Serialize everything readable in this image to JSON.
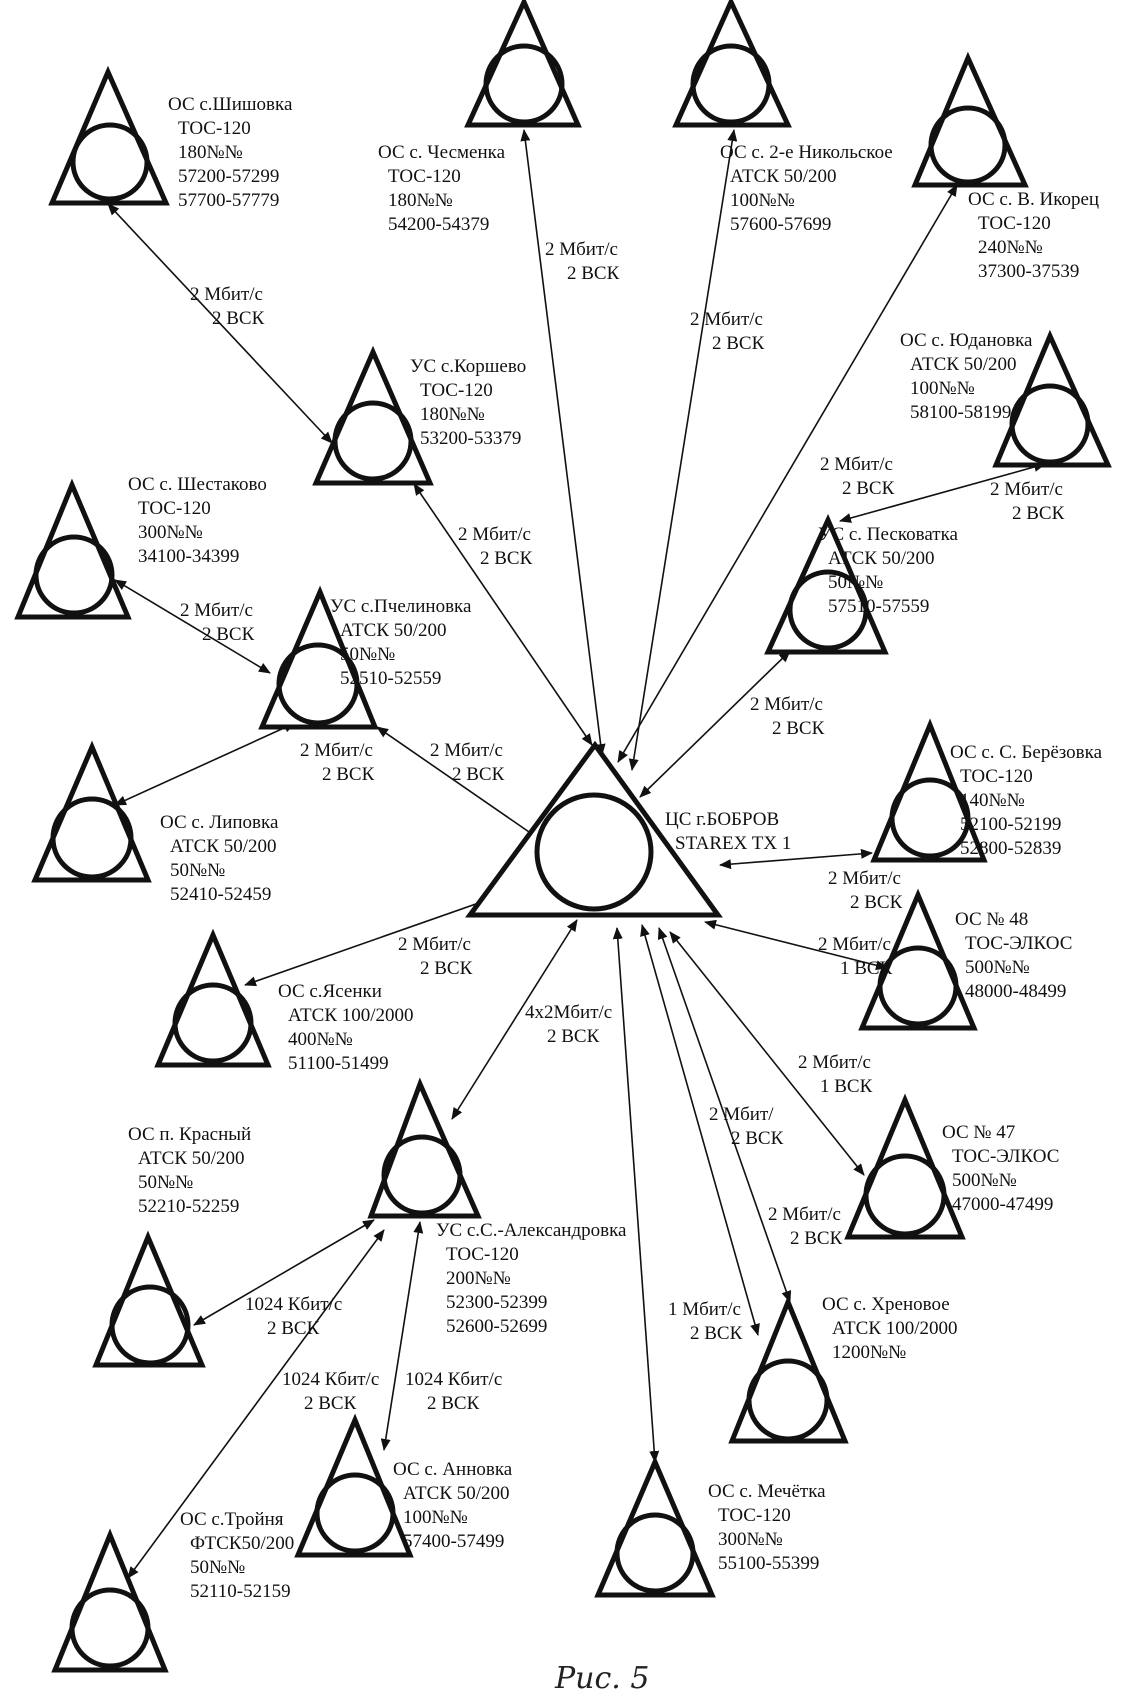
{
  "caption": "Рис. 5",
  "nodes": [
    {
      "id": "center",
      "lines": [
        "ЦС г.БОБРОВ",
        "STAREX TX 1"
      ]
    },
    {
      "id": "shishovka",
      "lines": [
        "ОС с.Шишовка",
        "ТОС-120",
        "180№№",
        "57200-57299",
        "57700-57779"
      ]
    },
    {
      "id": "chesmenka",
      "lines": [
        "ОС с. Чесменка",
        "ТОС-120",
        "180№№",
        "54200-54379"
      ]
    },
    {
      "id": "nikolskoe",
      "lines": [
        "ОС с. 2-е Никольское",
        "АТСК 50/200",
        "100№№",
        "57600-57699"
      ]
    },
    {
      "id": "ikorec",
      "lines": [
        "ОС с. В. Икорец",
        "ТОС-120",
        "240№№",
        "37300-37539"
      ]
    },
    {
      "id": "yudanovka",
      "lines": [
        "ОС с. Юдановка",
        "АТСК 50/200",
        "100№№",
        "58100-58199"
      ]
    },
    {
      "id": "korshevo",
      "lines": [
        "УС с.Коршево",
        "ТОС-120",
        "180№№",
        "53200-53379"
      ]
    },
    {
      "id": "shestakovo",
      "lines": [
        "ОС с. Шестаково",
        "ТОС-120",
        "300№№",
        "34100-34399"
      ]
    },
    {
      "id": "pchelinovka",
      "lines": [
        "УС с.Пчелиновка",
        "АТСК 50/200",
        "50№№",
        "52510-52559"
      ]
    },
    {
      "id": "peskovatka",
      "lines": [
        "УС с. Песковатка",
        "АТСК 50/200",
        "50№№",
        "57510-57559"
      ]
    },
    {
      "id": "lipovka",
      "lines": [
        "ОС с. Липовка",
        "АТСК 50/200",
        "50№№",
        "52410-52459"
      ]
    },
    {
      "id": "berezovka",
      "lines": [
        "ОС с. С. Берёзовка",
        "ТОС-120",
        "140№№",
        "52100-52199",
        "52800-52839"
      ]
    },
    {
      "id": "os48",
      "lines": [
        "ОС № 48",
        "ТОС-ЭЛКОС",
        "500№№",
        "48000-48499"
      ]
    },
    {
      "id": "yasenki",
      "lines": [
        "ОС с.Ясенки",
        "АТСК 100/2000",
        "400№№",
        "51100-51499"
      ]
    },
    {
      "id": "krasny",
      "lines": [
        "ОС п. Красный",
        "АТСК 50/200",
        "50№№",
        "52210-52259"
      ]
    },
    {
      "id": "aleksandrovka",
      "lines": [
        "УС с.С.-Александровка",
        "ТОС-120",
        "200№№",
        "52300-52399",
        "52600-52699"
      ]
    },
    {
      "id": "os47",
      "lines": [
        "ОС № 47",
        "ТОС-ЭЛКОС",
        "500№№",
        "47000-47499"
      ]
    },
    {
      "id": "khrenovoe",
      "lines": [
        "ОС с. Хреновое",
        "АТСК 100/2000",
        "1200№№"
      ]
    },
    {
      "id": "mechetka",
      "lines": [
        "ОС с. Мечётка",
        "ТОС-120",
        "300№№",
        "55100-55399"
      ]
    },
    {
      "id": "annovka",
      "lines": [
        "ОС с. Анновка",
        "АТСК 50/200",
        "100№№",
        "57400-57499"
      ]
    },
    {
      "id": "troyna",
      "lines": [
        "ОС с.Тройня",
        "ФТСК50/200",
        "50№№",
        "52110-52159"
      ]
    }
  ],
  "edges": [
    {
      "id": "shishovka-korshevo",
      "lines": [
        "2 Мбит/с",
        "2 ВСК"
      ]
    },
    {
      "id": "chesmenka-center",
      "lines": [
        "2 Мбит/с",
        "2 ВСК"
      ]
    },
    {
      "id": "nikolskoe-center",
      "lines": [
        "2 Мбит/с",
        "2 ВСК"
      ]
    },
    {
      "id": "ikorec-center",
      "lines": [
        "2 Мбит/с",
        "2 ВСК"
      ]
    },
    {
      "id": "yudanovka-peskovatka",
      "lines": [
        "2 Мбит/с",
        "2 ВСК"
      ]
    },
    {
      "id": "korshevo-center",
      "lines": [
        "2 Мбит/с",
        "2 ВСК"
      ]
    },
    {
      "id": "shestakovo-pchelinovka",
      "lines": [
        "2 Мбит/с",
        "2 ВСК"
      ]
    },
    {
      "id": "pchelinovka-lipovka",
      "lines": [
        "2 Мбит/с",
        "2 ВСК"
      ]
    },
    {
      "id": "pchelinovka-center",
      "lines": [
        "2 Мбит/с",
        "2 ВСК"
      ]
    },
    {
      "id": "peskovatka-center",
      "lines": [
        "2 Мбит/с",
        "2 ВСК"
      ]
    },
    {
      "id": "berezovka-center",
      "lines": [
        "2 Мбит/с",
        "2 ВСК"
      ]
    },
    {
      "id": "os48-center",
      "lines": [
        "2 Мбит/с",
        "1 ВСК"
      ]
    },
    {
      "id": "yasenki-center",
      "lines": [
        "2 Мбит/с",
        "2 ВСК"
      ]
    },
    {
      "id": "aleksandrovka-center",
      "lines": [
        "4х2Мбит/с",
        "2 ВСК"
      ]
    },
    {
      "id": "os47-center",
      "lines": [
        "2 Мбит/с",
        "1 ВСК"
      ]
    },
    {
      "id": "khrenovoe-center",
      "lines": [
        "2 Мбит/",
        "2 ВСК"
      ]
    },
    {
      "id": "khrenovoe-center-2",
      "lines": [
        "2 Мбит/с",
        "2 ВСК"
      ]
    },
    {
      "id": "mechetka-center",
      "lines": [
        "1 Мбит/с",
        "2 ВСК"
      ]
    },
    {
      "id": "aleksandrovka-krasny",
      "lines": [
        "1024 Кбит/с",
        "2 ВСК"
      ]
    },
    {
      "id": "aleksandrovka-troyna",
      "lines": [
        "1024 Кбит/с",
        "2 ВСК"
      ]
    },
    {
      "id": "aleksandrovka-annovka",
      "lines": [
        "1024 Кбит/с",
        "2 ВСК"
      ]
    }
  ]
}
